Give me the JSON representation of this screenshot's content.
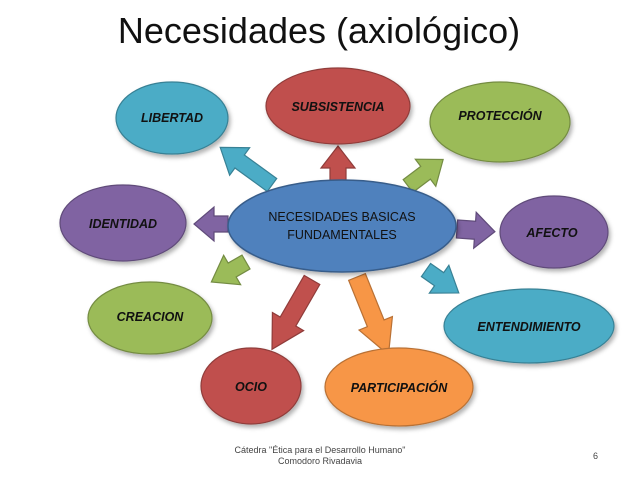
{
  "title": "Necesidades (axiológico)",
  "center": {
    "line1": "NECESIDADES BASICAS",
    "line2": "FUNDAMENTALES",
    "color": "#4f81bd"
  },
  "nodes": [
    {
      "id": "libertad",
      "label": "LIBERTAD",
      "color": "#4bacc6"
    },
    {
      "id": "subsistencia",
      "label": "SUBSISTENCIA",
      "color": "#c0504d"
    },
    {
      "id": "proteccion",
      "label": "PROTECCIÓN",
      "color": "#9bbb59"
    },
    {
      "id": "identidad",
      "label": "IDENTIDAD",
      "color": "#8064a2"
    },
    {
      "id": "afecto",
      "label": "AFECTO",
      "color": "#8064a2"
    },
    {
      "id": "creacion",
      "label": "CREACION",
      "color": "#9bbb59"
    },
    {
      "id": "entendimiento",
      "label": "ENTENDIMIENTO",
      "color": "#4bacc6"
    },
    {
      "id": "ocio",
      "label": "OCIO",
      "color": "#c0504d"
    },
    {
      "id": "participacion",
      "label": "PARTICIPACIÓN",
      "color": "#f79646"
    }
  ],
  "footer": {
    "line1": "Cátedra \"Ética para el Desarrollo Humano\"",
    "line2": "Comodoro Rivadavia"
  },
  "page_number": "6"
}
